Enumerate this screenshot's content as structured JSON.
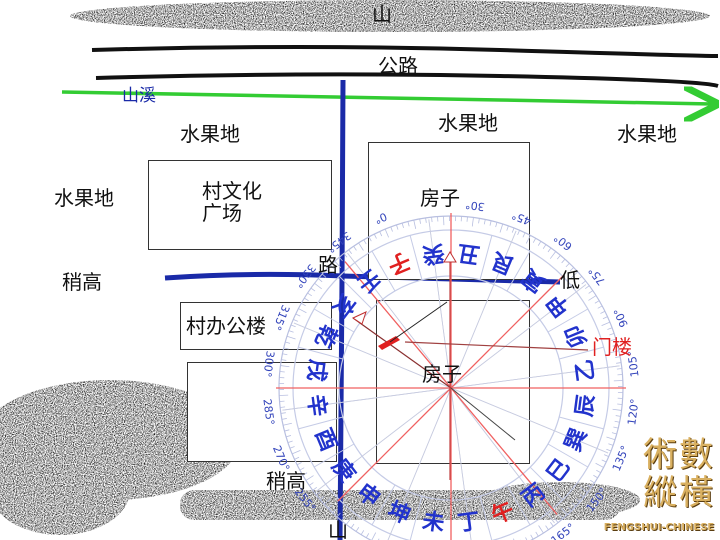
{
  "labels": {
    "mountain_top": "山",
    "highway": "公路",
    "stream": "山溪",
    "orchard_1": "水果地",
    "orchard_2": "水果地",
    "orchard_3": "水果地",
    "orchard_4": "水果地",
    "culture_square": "村文化\n广场",
    "house_top": "房子",
    "road": "路",
    "slightly_high_left": "稍高",
    "low_right": "低",
    "village_office": "村办公楼",
    "gate_tower": "门楼",
    "house_main": "房子",
    "slightly_high_bottom": "稍高",
    "mountain_bottom": "山"
  },
  "compass": {
    "mountains": [
      "子",
      "癸",
      "丑",
      "艮",
      "寅",
      "甲",
      "卯",
      "乙",
      "辰",
      "巽",
      "巳",
      "丙",
      "午",
      "丁",
      "未",
      "坤",
      "申",
      "庚",
      "酉",
      "辛",
      "戌",
      "乾",
      "亥",
      "壬"
    ],
    "red_mountains": [
      "子",
      "午"
    ],
    "degrees": [
      "0°",
      "30°",
      "45°",
      "60°",
      "75°",
      "90°",
      "105°",
      "120°",
      "135°",
      "150°",
      "165°",
      "255°",
      "270°",
      "285°",
      "300°",
      "315°",
      "330°",
      "345°"
    ],
    "rotation_deg": -22.5
  },
  "logo": {
    "cn_line1": "術數",
    "cn_line2": "縱橫",
    "en": "FENGSHUI-CHINESE"
  },
  "colors": {
    "road_blue": "#1a2aa8",
    "stream_green": "#33cc33",
    "accent_red": "#e02020",
    "compass_blue": "#2233cc"
  }
}
